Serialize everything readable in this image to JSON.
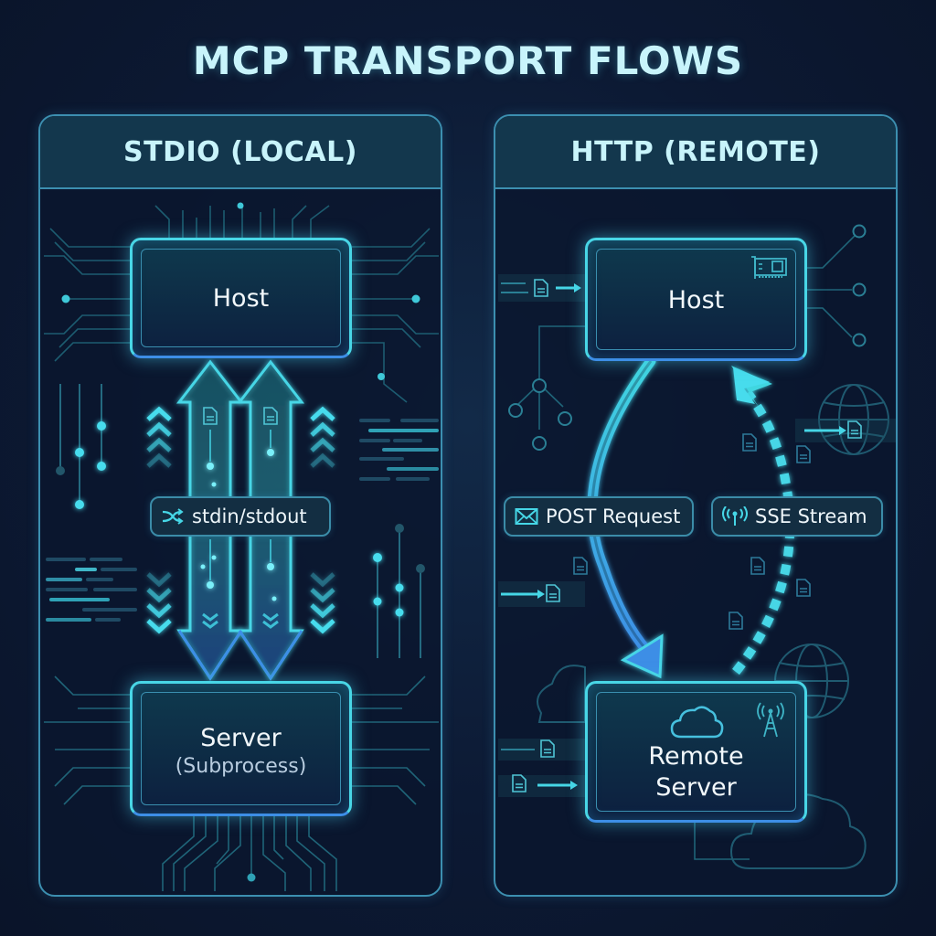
{
  "title": "MCP TRANSPORT FLOWS",
  "colors": {
    "accent": "#48d6e6",
    "accent_blue": "#3d8ee6",
    "background": "#0b1630",
    "panel_border": "#3c8fb0",
    "text": "#c8f4fb"
  },
  "panels": [
    {
      "header": "STDIO (LOCAL)",
      "nodes": {
        "host": {
          "label": "Host"
        },
        "server": {
          "label": "Server",
          "sublabel": "(Subprocess)"
        }
      },
      "channel": {
        "label": "stdin/stdout",
        "icon": "shuffle-icon"
      },
      "flows": [
        "up",
        "up",
        "down",
        "down"
      ]
    },
    {
      "header": "HTTP (REMOTE)",
      "nodes": {
        "host": {
          "label": "Host",
          "icon": "network-card-icon"
        },
        "server": {
          "label_line1": "Remote",
          "label_line2": "Server",
          "icon": "cloud-icon",
          "badge_icon": "antenna-icon"
        }
      },
      "channels": [
        {
          "label": "POST Request",
          "icon": "envelope-icon",
          "direction": "host-to-server",
          "style": "solid"
        },
        {
          "label": "SSE Stream",
          "icon": "broadcast-icon",
          "direction": "server-to-host",
          "style": "dashed"
        }
      ]
    }
  ]
}
